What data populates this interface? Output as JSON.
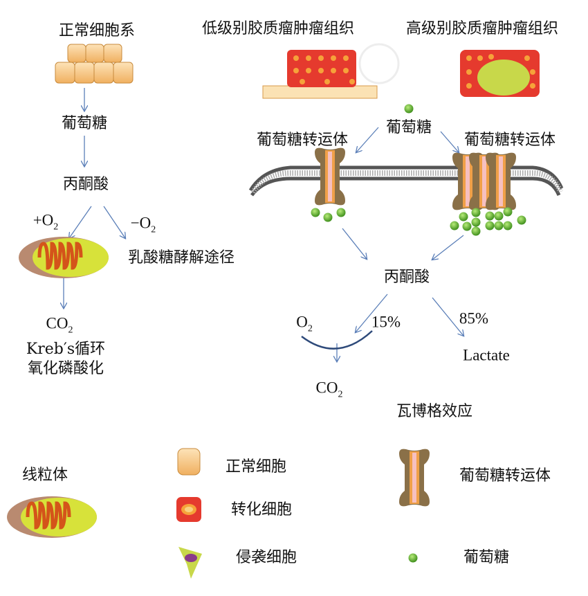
{
  "left": {
    "title": "正常细胞系",
    "glucose": "葡萄糖",
    "pyruvate": "丙酮酸",
    "plus_o2": {
      "base": "+O",
      "sub": "2"
    },
    "minus_o2": {
      "base": "−O",
      "sub": "2"
    },
    "glycolysis": "乳酸糖酵解途径",
    "co2": {
      "base": "CO",
      "sub": "2"
    },
    "krebs": "Kreb′s循环",
    "oxphos": "氧化磷酸化"
  },
  "right": {
    "low_grade": "低级别胶质瘤肿瘤组织",
    "high_grade": "高级别胶质瘤肿瘤组织",
    "glucose": "葡萄糖",
    "transporter_left": "葡萄糖转运体",
    "transporter_right": "葡萄糖转运体",
    "pyruvate": "丙酮酸",
    "o2": {
      "base": "O",
      "sub": "2"
    },
    "pct_oxidative": "15%",
    "pct_lactate": "85%",
    "lactate": "Lactate",
    "co2": {
      "base": "CO",
      "sub": "2"
    },
    "warburg": "瓦博格效应"
  },
  "legend": {
    "mitochondria": "线粒体",
    "normal_cell": "正常细胞",
    "transformed_cell": "转化细胞",
    "invasive_cell": "侵袭细胞",
    "transporter": "葡萄糖转运体",
    "glucose": "葡萄糖"
  },
  "colors": {
    "arrow": "#5b7fb8",
    "glucose": "#5aa82a",
    "normal_cell": "#f4c98a",
    "transformed_cell": "#e53a2e",
    "transporter": "#8a7048",
    "arc": "#2e4a7a"
  }
}
